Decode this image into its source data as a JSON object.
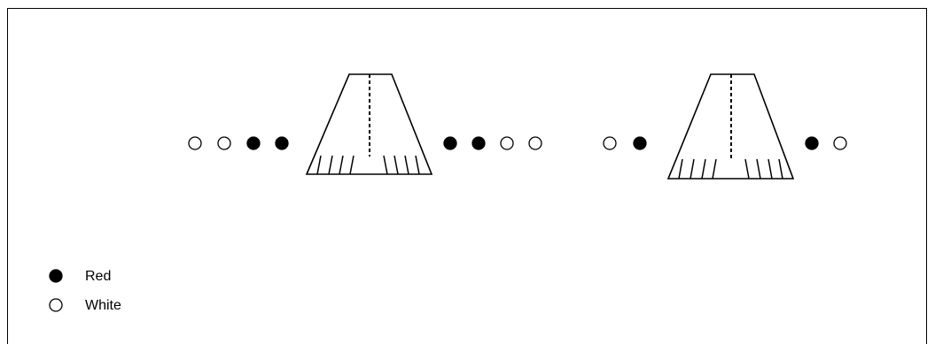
{
  "legend": {
    "items": [
      {
        "label": "Red",
        "fill": "#000000"
      },
      {
        "label": "White",
        "fill": "#ffffff"
      }
    ]
  },
  "colors": {
    "stroke": "#000000",
    "background": "#ffffff"
  },
  "sequence": [
    {
      "kind": "dot",
      "color": "white"
    },
    {
      "kind": "dot",
      "color": "white"
    },
    {
      "kind": "dot",
      "color": "red"
    },
    {
      "kind": "dot",
      "color": "red"
    },
    {
      "kind": "cone"
    },
    {
      "kind": "dot",
      "color": "red"
    },
    {
      "kind": "dot",
      "color": "red"
    },
    {
      "kind": "dot",
      "color": "white"
    },
    {
      "kind": "dot",
      "color": "white"
    },
    {
      "kind": "dot",
      "color": "white"
    },
    {
      "kind": "dot",
      "color": "red"
    },
    {
      "kind": "cone"
    },
    {
      "kind": "dot",
      "color": "red"
    },
    {
      "kind": "dot",
      "color": "white"
    }
  ]
}
